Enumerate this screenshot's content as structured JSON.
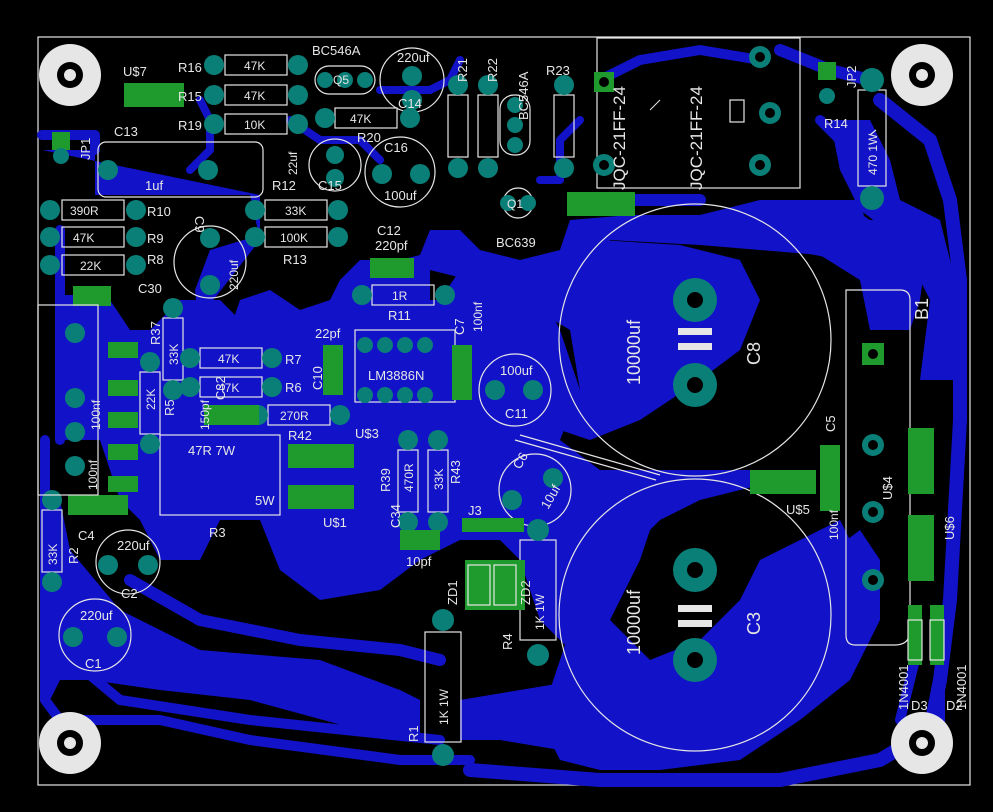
{
  "board": {
    "colors": {
      "background": "#000000",
      "copper": "#1212c8",
      "pad": "#0a7f78",
      "pad_square": "#1e9b2c",
      "silkscreen": "#e6e6e6"
    },
    "labels": {
      "u7": "U$7",
      "r16": "R16",
      "r16_val": "47K",
      "r15": "R15",
      "r15_val": "47K",
      "r19": "R19",
      "r19_val": "10K",
      "bc546a_1": "BC546A",
      "q_top": "Q5",
      "c14_val": "220uf",
      "c14": "C14",
      "r20_val": "47K",
      "r20": "R20",
      "r21": "R21",
      "r22": "R22",
      "bc546a_2": "BC546A",
      "r23": "R23",
      "relay_1": "JQC-21FF-24",
      "relay_2": "JQC-21FF-24",
      "jp2": "JP2",
      "r14": "R14",
      "r14_val": "470 1W",
      "jp1": "JP1",
      "c13": "C13",
      "c13_val": "1uf",
      "c15_val": "22uf",
      "c15": "C15",
      "c16": "C16",
      "c16_val": "100uf",
      "r12": "R12",
      "r12_val": "33K",
      "r13_val": "100K",
      "r13": "R13",
      "r10_val": "390R",
      "r10": "R10",
      "r9_val": "47K",
      "r9": "R9",
      "r8_val": "22K",
      "r8": "R8",
      "c9": "C9",
      "c9_val": "220uf",
      "c12": "C12",
      "c12_val": "220pf",
      "bc639": "BC639",
      "q_mid": "Q1",
      "c30": "C30",
      "r11_val": "1R",
      "r11": "R11",
      "c8_val": "10000uf",
      "c8": "C8",
      "b1": "B1",
      "r37": "R37",
      "r37_val": "33K",
      "r7_val": "47K",
      "r7": "R7",
      "r6_val": "47K",
      "r6": "R6",
      "r5": "R5",
      "r5_val": "22K",
      "c10_val": "22pf",
      "c10": "C10",
      "ic": "LM3886N",
      "c7": "C7",
      "c7_val": "100nf",
      "c11_val": "100uf",
      "c11": "C11",
      "c32": "C32",
      "c32_val": "150pf",
      "r42_val": "270R",
      "r42": "R42",
      "u3": "U$3",
      "r3_val": "47R 7W",
      "r3_size": "5W",
      "r3": "R3",
      "u1": "U$1",
      "r39": "R39",
      "r39_val": "470R",
      "r43": "R43",
      "r43_val": "33K",
      "c6": "C6",
      "c6_val": "10uf",
      "c5": "C5",
      "c5_val": "100nf",
      "u5": "U$5",
      "u4": "U$4",
      "u6": "U$6",
      "c4": "C4",
      "c4_val": "100nf",
      "r2": "R2",
      "r2_val": "33K",
      "c2_val": "220uf",
      "c2": "C2",
      "c1_val": "220uf",
      "c1": "C1",
      "c34": "C34",
      "c34_val": "10pf",
      "j3": "J3",
      "zd1": "ZD1",
      "zd2": "ZD2",
      "r4": "R4",
      "r4_val": "1K 1W",
      "c3_val": "10000uf",
      "c3": "C3",
      "r1_val": "1K 1W",
      "r1": "R1",
      "d3": "D3",
      "d2": "D2",
      "d3_val": "1N4001",
      "d2_val": "1N4001",
      "c_nf_left": "100nf"
    }
  }
}
